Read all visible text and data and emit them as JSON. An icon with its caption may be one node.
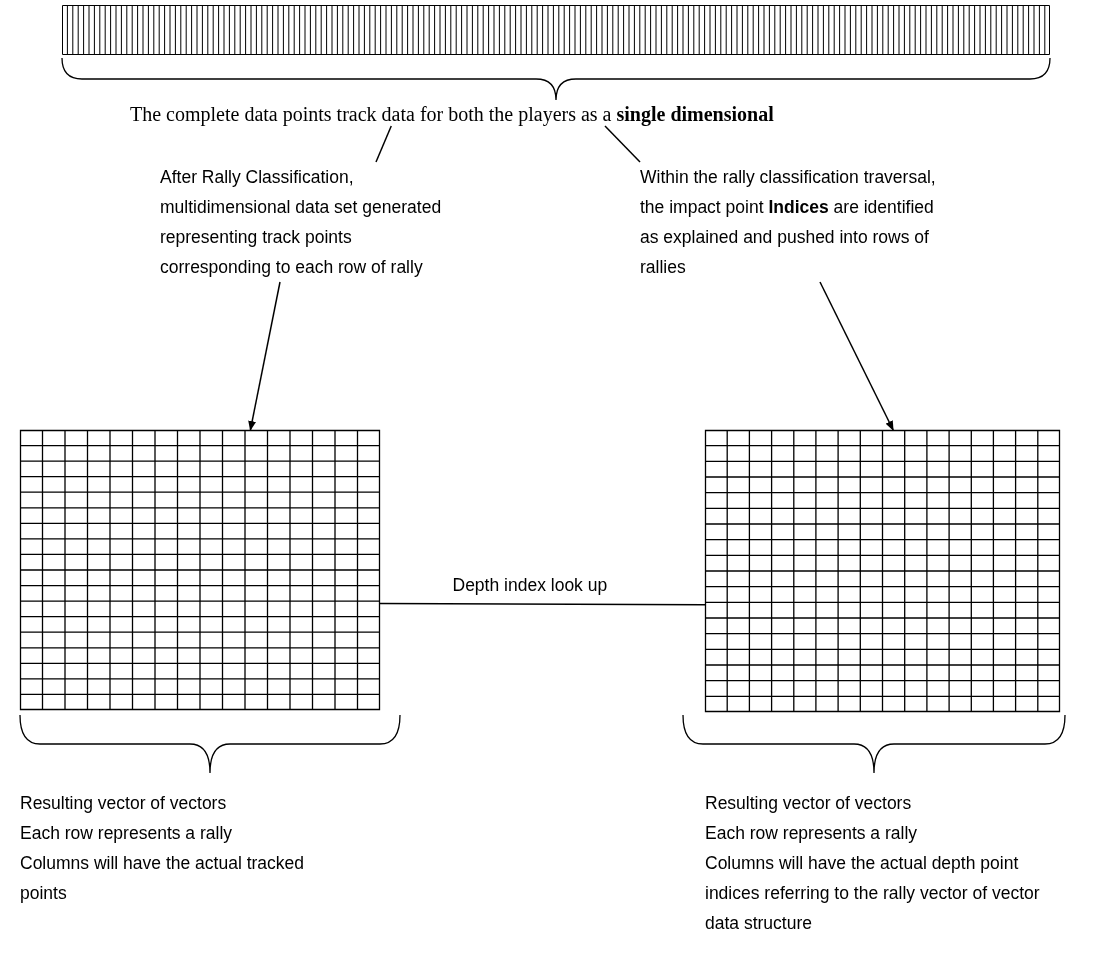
{
  "diagram": {
    "nodes": [
      {
        "text": [],
        "shape": "bar"
      },
      {
        "text": [
          "The complete data points track data for both the players as a **single dimensional**"
        ]
      },
      {
        "text": [
          "After Rally Classification, multidimensional data set generated representing track points corresponding to each row of rally"
        ]
      },
      {
        "text": [
          "Within the rally classification traversal, the impact point **Indices** are identified as explained and pushed into rows of rallies"
        ]
      },
      {
        "text": [],
        "shape": "box",
        "beside": [
          "Resulting vector of vectors",
          "Each row represents a rally",
          "Columns will have the actual tracked points"
        ]
      },
      {
        "text": [],
        "shape": "box",
        "beside": [
          "Resulting vector of vectors",
          "Each row represents a rally",
          "Columns will have the actual depth point indices referring to the rally vector of vector data structure"
        ]
      }
    ],
    "edges": [
      {
        "from": 1,
        "to": 2,
        "arrow": "none"
      },
      {
        "from": 1,
        "to": 3,
        "arrow": "none"
      },
      {
        "from": 2,
        "to": 4,
        "arrow": "to"
      },
      {
        "from": 3,
        "to": 5,
        "arrow": "to"
      },
      {
        "from": 4,
        "to": 5,
        "arrow": "none",
        "label": "Depth index look up"
      }
    ]
  }
}
